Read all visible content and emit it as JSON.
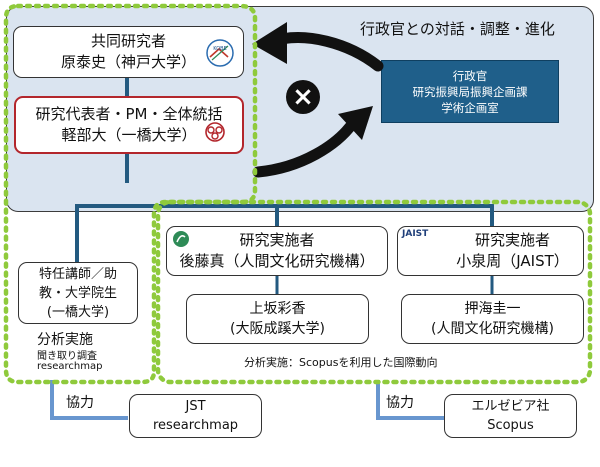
{
  "panel_title": "行政官との対話・調整・進化",
  "government": {
    "line1": "行政官",
    "line2": "研究振興局振興企画課",
    "line3": "学術企画室"
  },
  "co_researcher": {
    "line1": "共同研究者",
    "line2": "原泰史（神戸大学）",
    "logo_text": "KOBE"
  },
  "representative": {
    "line1": "研究代表者・PM・全体統括",
    "line2": "軽部大（一橋大学）"
  },
  "implementer_left": {
    "line1": "研究実施者",
    "line2": "後藤真（人間文化研究機構）"
  },
  "implementer_right": {
    "line1": "研究実施者",
    "line2": "小泉周（JAIST）",
    "logo_text": "JAIST"
  },
  "member_uesaka": {
    "line1": "上坂彩香",
    "line2": "(大阪成蹊大学)"
  },
  "member_oshiumi": {
    "line1": "押海圭一",
    "line2": "(人間文化研究機構)"
  },
  "students": {
    "line1": "特任講師／助",
    "line2": "教・大学院生",
    "line3": "(一橋大学)"
  },
  "analysis_left": {
    "title": "分析実施",
    "sub1": "聞き取り調査",
    "sub2": "researchmap"
  },
  "analysis_right": "分析実施：Scopusを利用した国際動向",
  "cooperation_left": "協力",
  "cooperation_right": "協力",
  "partner_jst": {
    "line1": "JST",
    "line2": "researchmap"
  },
  "partner_elsevier": {
    "line1": "エルゼビア社",
    "line2": "Scopus"
  },
  "cross_symbol": "×",
  "colors": {
    "panel_bg": "#dae4f0",
    "gov_box": "#1f5f8a",
    "connector": "#235a80",
    "dotted_border": "#8fca3c",
    "coop_line": "#6896cf",
    "representative_border": "#b3262c"
  }
}
